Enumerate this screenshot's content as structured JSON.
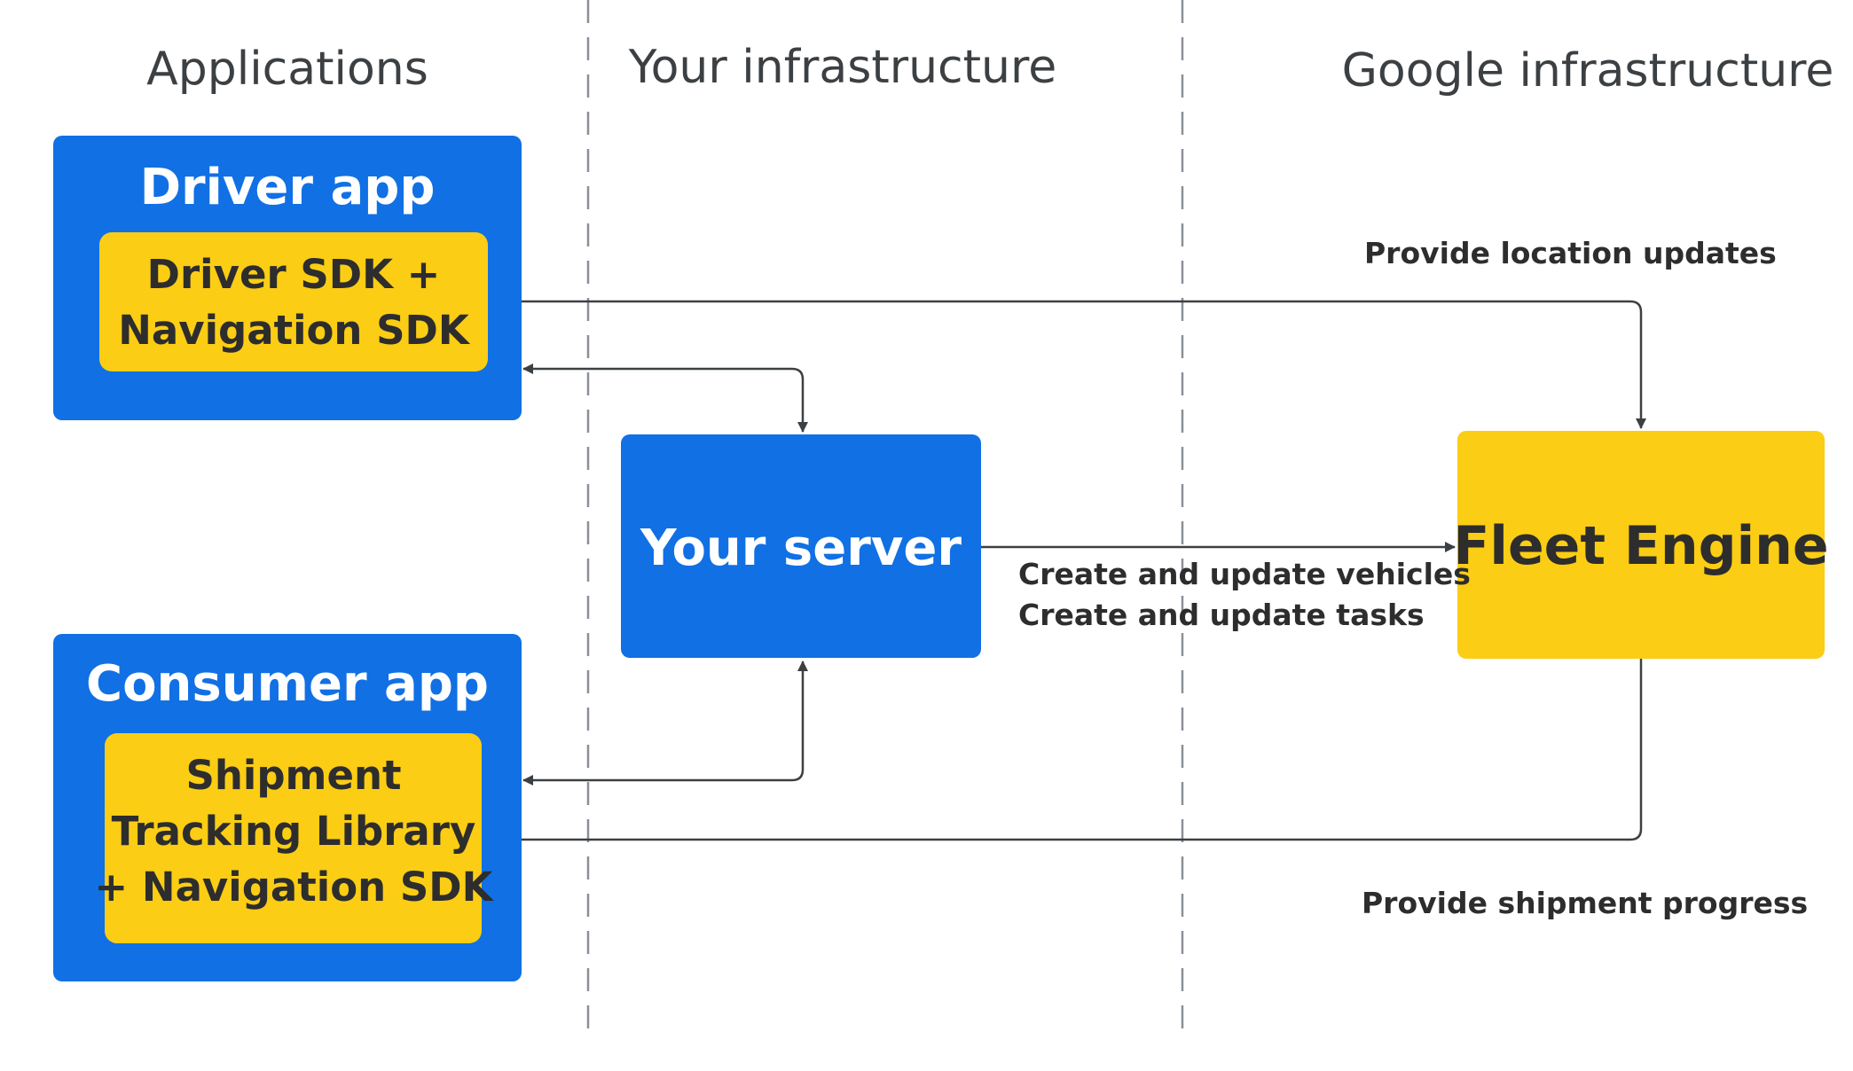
{
  "columns": {
    "applications": "Applications",
    "your_infrastructure": "Your infrastructure",
    "google_infrastructure": "Google infrastructure"
  },
  "driver_app": {
    "title": "Driver app",
    "sdk_line1": "Driver SDK +",
    "sdk_line2": "Navigation SDK"
  },
  "consumer_app": {
    "title": "Consumer app",
    "lib_line1": "Shipment",
    "lib_line2": "Tracking Library",
    "lib_line3": "+ Navigation SDK"
  },
  "your_server": {
    "title": "Your server"
  },
  "fleet_engine": {
    "title": "Fleet Engine"
  },
  "edges": {
    "location_updates": "Provide location updates",
    "create_vehicles": "Create and update vehicles",
    "create_tasks": "Create and update tasks",
    "shipment_progress": "Provide shipment progress"
  },
  "colors": {
    "blue": "#1170e4",
    "yellow": "#fbcd14",
    "line": "#3c4043"
  }
}
